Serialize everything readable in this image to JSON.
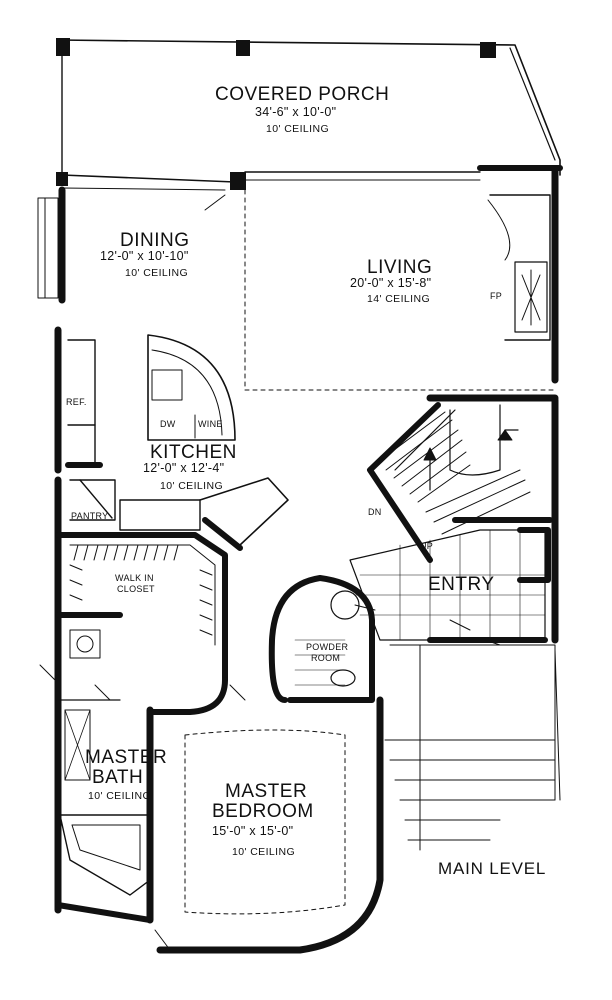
{
  "rooms": {
    "porch": {
      "name": "COVERED PORCH",
      "dims": "34'-6\" x 10'-0\"",
      "ceiling": "10' CEILING"
    },
    "dining": {
      "name": "DINING",
      "dims": "12'-0\" x 10'-10\"",
      "ceiling": "10' CEILING"
    },
    "living": {
      "name": "LIVING",
      "dims": "20'-0\" x 15'-8\"",
      "ceiling": "14' CEILING"
    },
    "kitchen": {
      "name": "KITCHEN",
      "dims": "12'-0\" x 12'-4\"",
      "ceiling": "10' CEILING"
    },
    "entry": {
      "name": "ENTRY"
    },
    "master_bedroom": {
      "name_line1": "MASTER",
      "name_line2": "BEDROOM",
      "dims": "15'-0\" x 15'-0\"",
      "ceiling": "10' CEILING"
    },
    "master_bath": {
      "name_line1": "MASTER",
      "name_line2": "BATH",
      "ceiling": "10' CEILING"
    }
  },
  "fixtures": {
    "fireplace": "FP",
    "refrigerator": "REF.",
    "dishwasher": "DW",
    "wine": "WINE",
    "pantry": "PANTRY",
    "walk_in_closet_line1": "WALK IN",
    "walk_in_closet_line2": "CLOSET",
    "powder_room_line1": "POWDER",
    "powder_room_line2": "ROOM",
    "stair_down": "DN",
    "stair_up": "UP"
  },
  "level_label": "MAIN LEVEL"
}
